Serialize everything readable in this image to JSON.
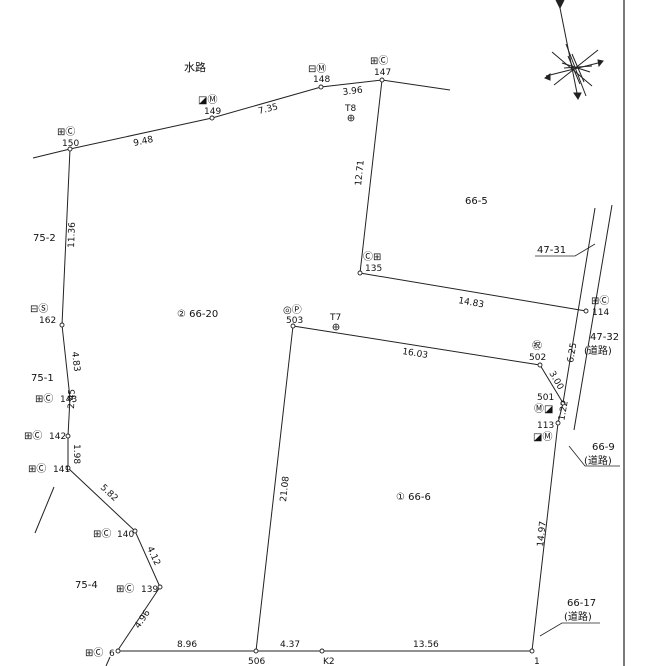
{
  "header": {
    "waterway": "水路"
  },
  "points": {
    "p150": {
      "id": "150",
      "marker": "⊞Ⓒ"
    },
    "p149": {
      "id": "149",
      "marker": "◪Ⓜ"
    },
    "p148": {
      "id": "148",
      "marker": "⊟Ⓜ"
    },
    "p147": {
      "id": "147",
      "marker": "⊞Ⓒ"
    },
    "p135": {
      "id": "135",
      "marker": "Ⓒ⊞"
    },
    "p114": {
      "id": "114",
      "marker": "⊞Ⓒ"
    },
    "p162": {
      "id": "162",
      "marker": "⊟Ⓢ"
    },
    "p503": {
      "id": "503",
      "marker": "◎Ⓟ"
    },
    "p502": {
      "id": "502",
      "marker": "㊗"
    },
    "p501": {
      "id": "501",
      "marker": "Ⓜ◪"
    },
    "p113": {
      "id": "113",
      "marker": "◪Ⓜ"
    },
    "p143": {
      "id": "143",
      "marker": "⊞Ⓒ"
    },
    "p142": {
      "id": "142",
      "marker": "⊞Ⓒ"
    },
    "p141": {
      "id": "141",
      "marker": "⊞Ⓒ"
    },
    "p140": {
      "id": "140",
      "marker": "⊞Ⓒ"
    },
    "p139": {
      "id": "139",
      "marker": "⊞Ⓒ"
    },
    "p6": {
      "id": "6",
      "marker": "⊞Ⓒ"
    },
    "p506": {
      "id": "506"
    },
    "pK2": {
      "id": "K2"
    },
    "p1": {
      "id": "1"
    }
  },
  "traverse": {
    "T8": "T8",
    "T7": "T7"
  },
  "distances": {
    "d150_149": "9.48",
    "d149_148": "7.35",
    "d148_147": "3.96",
    "d147_135": "12.71",
    "d135_114": "14.83",
    "d150_162": "11.36",
    "d162_143": "4.83",
    "d143_142": "2.45",
    "d142_141": "1.98",
    "d141_140": "5.82",
    "d140_139": "4.12",
    "d139_6": "4.96",
    "d6_506": "8.96",
    "d506_K2": "4.37",
    "dK2_1": "13.56",
    "d503_502": "16.03",
    "d502_501": "3.00",
    "d501_113": "1.22",
    "d114_501": "6.25",
    "d503_506": "21.08",
    "d113_1": "14.97"
  },
  "parcels": {
    "p66_5": "66-5",
    "p66_20": "② 66-20",
    "p66_6": "① 66-6",
    "p75_2": "75-2",
    "p75_1": "75-1",
    "p75_4": "75-4",
    "p47_31": "47-31",
    "p47_32": "47-32",
    "p47_32b": "(道路)",
    "p66_9": "66-9",
    "p66_9b": "(道路)",
    "p66_17": "66-17",
    "p66_17b": "(道路)"
  },
  "compass": {
    "icon": "north-arrow-compass-icon"
  }
}
